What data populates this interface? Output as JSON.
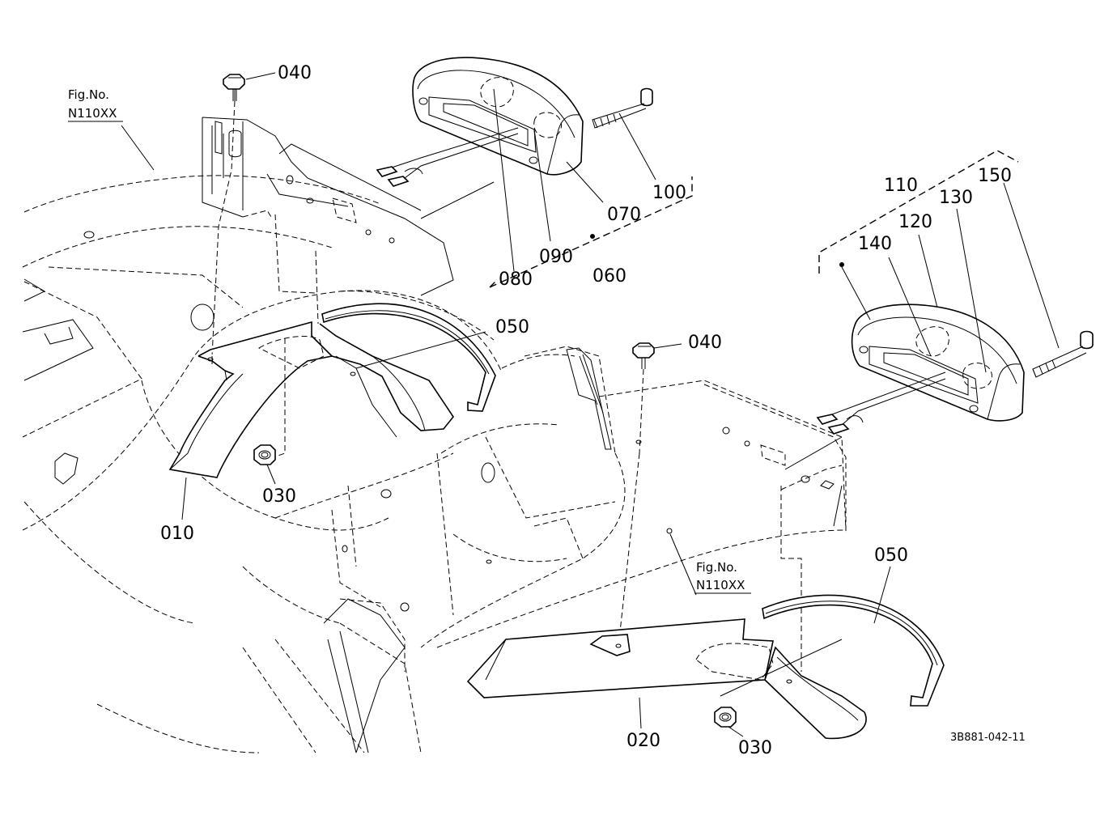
{
  "diagram": {
    "drawing_code": "3B881-042-11",
    "figure_refs": [
      {
        "label": "Fig.No.",
        "ref": "N110XX"
      },
      {
        "label": "Fig.No.",
        "ref": "N110XX"
      }
    ],
    "callouts": {
      "p010": "010",
      "p020": "020",
      "p030a": "030",
      "p030b": "030",
      "p040a": "040",
      "p040b": "040",
      "p050a": "050",
      "p050b": "050",
      "p060": "060",
      "p070": "070",
      "p080": "080",
      "p090": "090",
      "p100": "100",
      "p110": "110",
      "p120": "120",
      "p130": "130",
      "p140": "140",
      "p150": "150"
    }
  }
}
